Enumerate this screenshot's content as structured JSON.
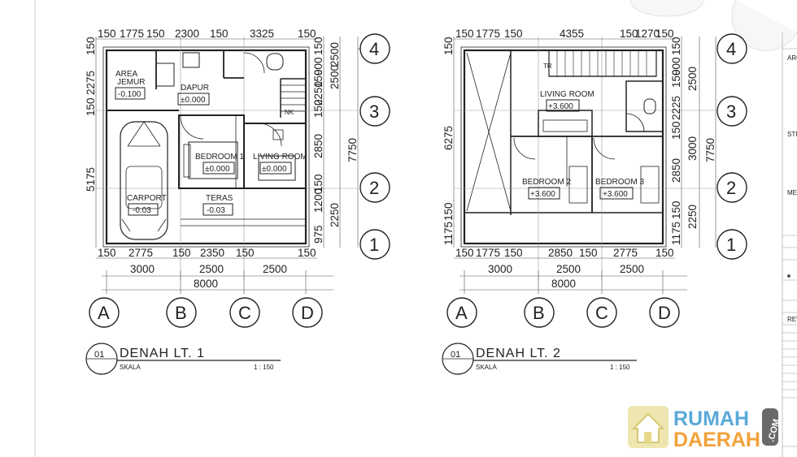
{
  "colors": {
    "line": "#222222",
    "grid": "#9a9a9a",
    "watermark_blue": "#5aa9d9",
    "watermark_orange": "#f2a23a",
    "watermark_house": "#ece3a8"
  },
  "icons": [
    "house-logo-icon",
    "north-arrow-icon"
  ],
  "plan1": {
    "top_dims": [
      "150",
      "1775",
      "150",
      "2300",
      "150",
      "3325",
      "150"
    ],
    "bottom_dims_row1": [
      "150",
      "2775",
      "150",
      "2350",
      "150",
      "150"
    ],
    "bottom_dims_row2": [
      "3000",
      "2500",
      "2500"
    ],
    "bottom_total": "8000",
    "left_dims": [
      "150",
      "2275",
      "150",
      "5175"
    ],
    "right_inner_dims": [
      "150",
      "900",
      "150",
      "2500",
      "2250",
      "150",
      "2850",
      "150",
      "1200",
      "2250",
      "975"
    ],
    "right_outer_dims": [
      "2500",
      "7750"
    ],
    "axis_rows": [
      "4",
      "3",
      "2",
      "1"
    ],
    "axis_cols": [
      "A",
      "B",
      "C",
      "D"
    ],
    "rooms": [
      {
        "name": "AREA",
        "name2": "JEMUR",
        "level": "-0.100"
      },
      {
        "name": "DAPUR",
        "level": "±0.000"
      },
      {
        "name": "BEDROOM 1",
        "level": "±0.000"
      },
      {
        "name": "LIVING ROOM",
        "level": "±0.000"
      },
      {
        "name": "CARPORT",
        "level": "-0.03"
      },
      {
        "name": "TERAS",
        "level": "-0.03"
      }
    ],
    "tag": "NK",
    "title_num": "01",
    "title": "DENAH  LT. 1",
    "scale_label": "SKALA",
    "scale_value": "1 : 150"
  },
  "plan2": {
    "top_dims": [
      "150",
      "1775",
      "150",
      "4355",
      "150",
      "1270",
      "150"
    ],
    "bottom_dims_row1": [
      "150",
      "1775",
      "150",
      "2850",
      "150",
      "2775",
      "150"
    ],
    "bottom_dims_row2": [
      "3000",
      "2500",
      "2500"
    ],
    "bottom_total": "8000",
    "left_dims": [
      "150",
      "6275",
      "150",
      "1175"
    ],
    "right_inner_dims": [
      "150",
      "900",
      "150",
      "2225",
      "150",
      "2850",
      "150",
      "1175"
    ],
    "right_outer_dims": [
      "2500",
      "3000",
      "2250",
      "7750"
    ],
    "axis_rows": [
      "4",
      "3",
      "2",
      "1"
    ],
    "axis_cols": [
      "A",
      "B",
      "C",
      "D"
    ],
    "rooms": [
      {
        "name": "LIVING ROOM",
        "level": "+3.600"
      },
      {
        "name": "BEDROOM  2",
        "level": "+3.600"
      },
      {
        "name": "BEDROOM  3",
        "level": "+3.600"
      }
    ],
    "tag": "TR",
    "title_num": "01",
    "title": "DENAH  LT. 2",
    "scale_label": "SKALA",
    "scale_value": "1 : 150"
  },
  "side_panel": [
    "ARC",
    "STR",
    "MEP",
    "REV"
  ],
  "watermark": {
    "word1": "RUMAH",
    "word2": "DAERAH",
    "suffix": ".COM"
  }
}
